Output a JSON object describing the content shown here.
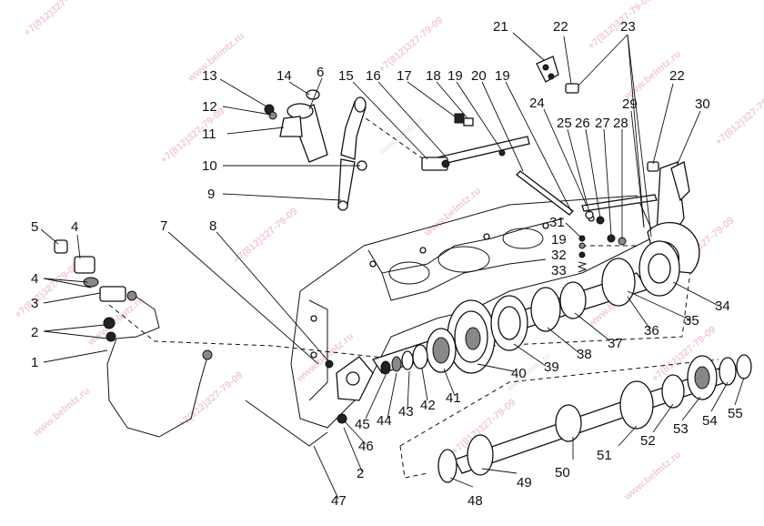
{
  "watermarks": {
    "site": "www.belmtz.ru",
    "phone": "+7(812)327-79-09",
    "faint": "www.belmtz.ru"
  },
  "callouts": {
    "n1": "1",
    "n2": "2",
    "n3": "3",
    "n4": "4",
    "n5": "5",
    "n6": "6",
    "n7": "7",
    "n8": "8",
    "n9": "9",
    "n10": "10",
    "n11": "11",
    "n12": "12",
    "n13": "13",
    "n14": "14",
    "n15": "15",
    "n16": "16",
    "n17": "17",
    "n18": "18",
    "n19": "19",
    "n20": "20",
    "n21": "21",
    "n22": "22",
    "n23": "23",
    "n24": "24",
    "n25": "25",
    "n26": "26",
    "n27": "27",
    "n28": "28",
    "n29": "29",
    "n30": "30",
    "n31": "31",
    "n32": "32",
    "n33": "33",
    "n34": "34",
    "n35": "35",
    "n36": "36",
    "n37": "37",
    "n38": "38",
    "n39": "39",
    "n40": "40",
    "n41": "41",
    "n42": "42",
    "n43": "43",
    "n44": "44",
    "n45": "45",
    "n46": "46",
    "n47": "47",
    "n48": "48",
    "n49": "49",
    "n50": "50",
    "n51": "51",
    "n52": "52",
    "n53": "53",
    "n54": "54",
    "n55": "55"
  }
}
